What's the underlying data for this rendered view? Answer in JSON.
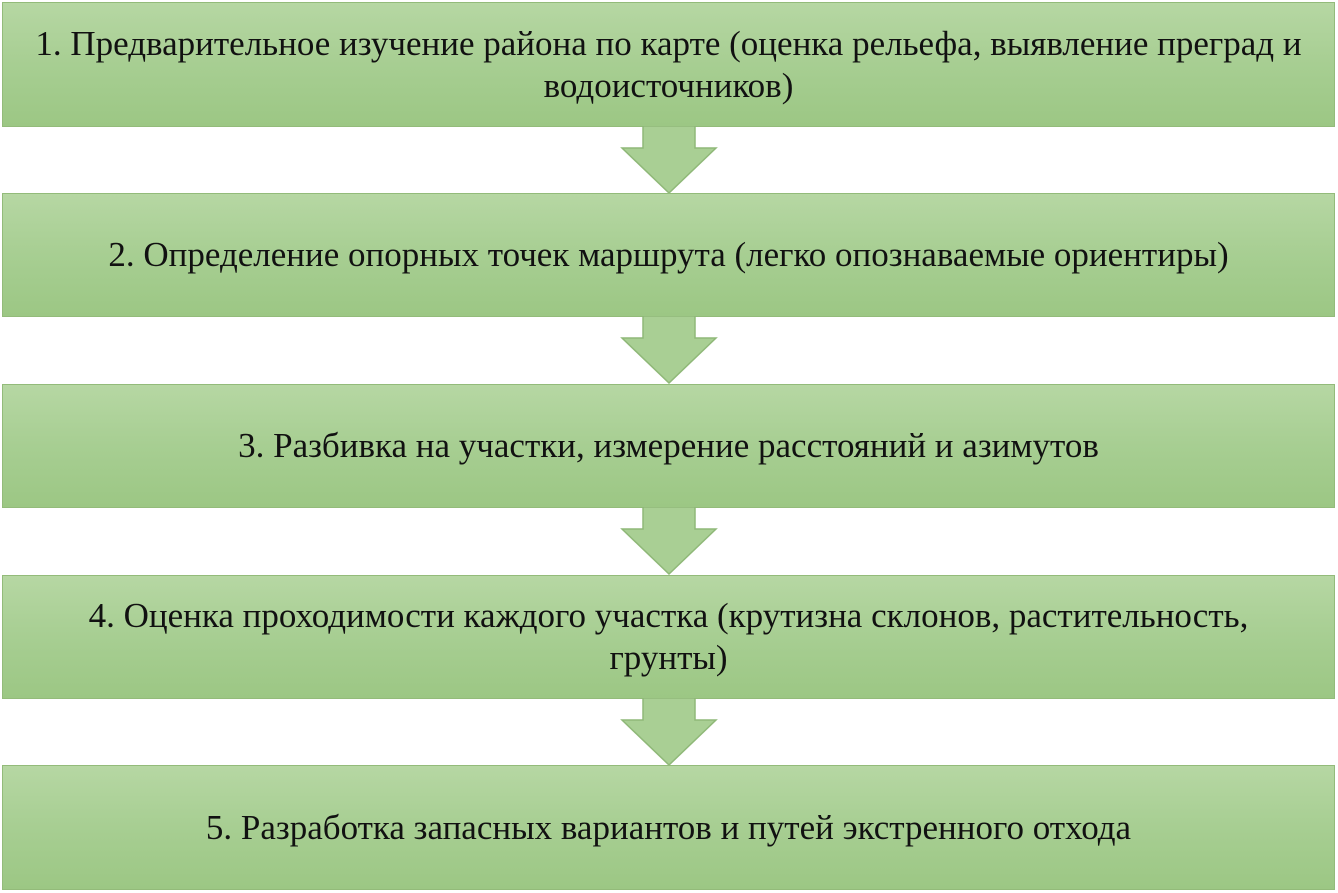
{
  "steps": [
    {
      "text": "1. Предварительное изучение района по карте (оценка рельефа, выявление преград и водоисточников)"
    },
    {
      "text": "2. Определение опорных точек маршрута (легко опознаваемые ориентиры)"
    },
    {
      "text": "3. Разбивка на участки, измерение расстояний и азимутов"
    },
    {
      "text": "4. Оценка проходимости каждого участка (крутизна склонов, растительность, грунты)"
    },
    {
      "text": "5. Разработка запасных вариантов и путей экстренного отхода"
    }
  ],
  "colors": {
    "box_fill_top": "#b6d7a3",
    "box_fill_bottom": "#9cc784",
    "box_border": "#93bb7a",
    "arrow_fill": "#a9cf94",
    "text": "#111111"
  },
  "icons": {
    "arrow": "down-arrow-icon"
  }
}
